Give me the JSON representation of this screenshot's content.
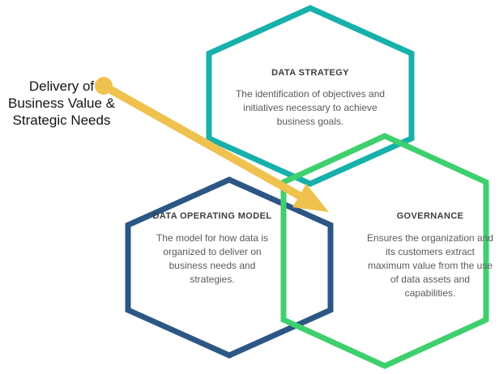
{
  "diagram": {
    "source_label": {
      "text": "Delivery of\nBusiness Value &\nStrategic Needs"
    },
    "arrow": {
      "color": "#EFC24F"
    },
    "hexagons": [
      {
        "id": "data-strategy",
        "title": "DATA STRATEGY",
        "description": "The identification of objectives and initiatives necessary to achieve business goals.",
        "border_color": "#17B0AA"
      },
      {
        "id": "data-operating-model",
        "title": "DATA OPERATING MODEL",
        "description": "The model for how data is organized to deliver on business needs and strategies.",
        "border_color": "#2C5784"
      },
      {
        "id": "governance",
        "title": "GOVERNANCE",
        "description": "Ensures the organization and its customers extract maximum value from the use of data assets and capabilities.",
        "border_color": "#3ED06E"
      }
    ]
  }
}
